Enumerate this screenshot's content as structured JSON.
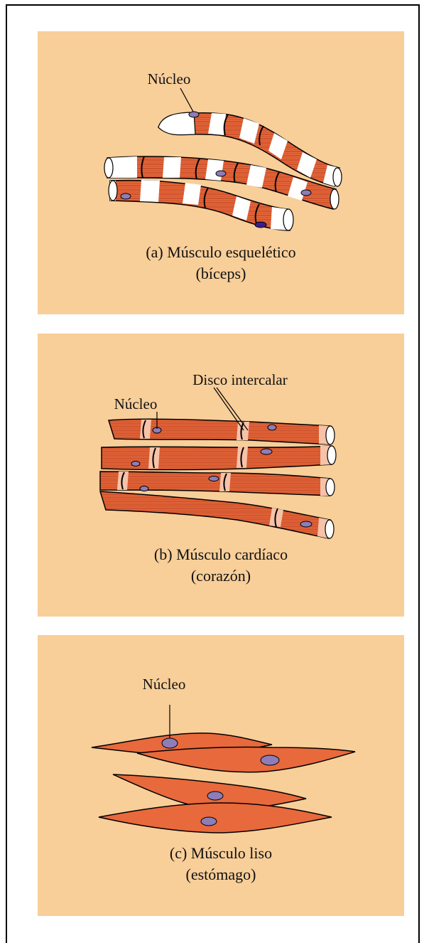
{
  "panels": [
    {
      "id": "skeletal",
      "labels": [
        "Núcleo"
      ],
      "caption": [
        "(a) Músculo esquelético",
        "(bíceps)"
      ]
    },
    {
      "id": "cardiac",
      "labels": [
        "Núcleo",
        "Disco intercalar"
      ],
      "caption": [
        "(b) Músculo cardíaco",
        "(corazón)"
      ]
    },
    {
      "id": "smooth",
      "labels": [
        "Núcleo"
      ],
      "caption": [
        "(c) Músculo liso",
        "(estómago)"
      ]
    }
  ],
  "colors": {
    "panel_background": "#F8CE99",
    "fiber_fill": "#E8693C",
    "striation": "#B9411F",
    "band_light": "#FFFFFF",
    "disc_band": "#F6C2A8",
    "nucleus": "#8E7DB8",
    "outline": "#000000"
  }
}
